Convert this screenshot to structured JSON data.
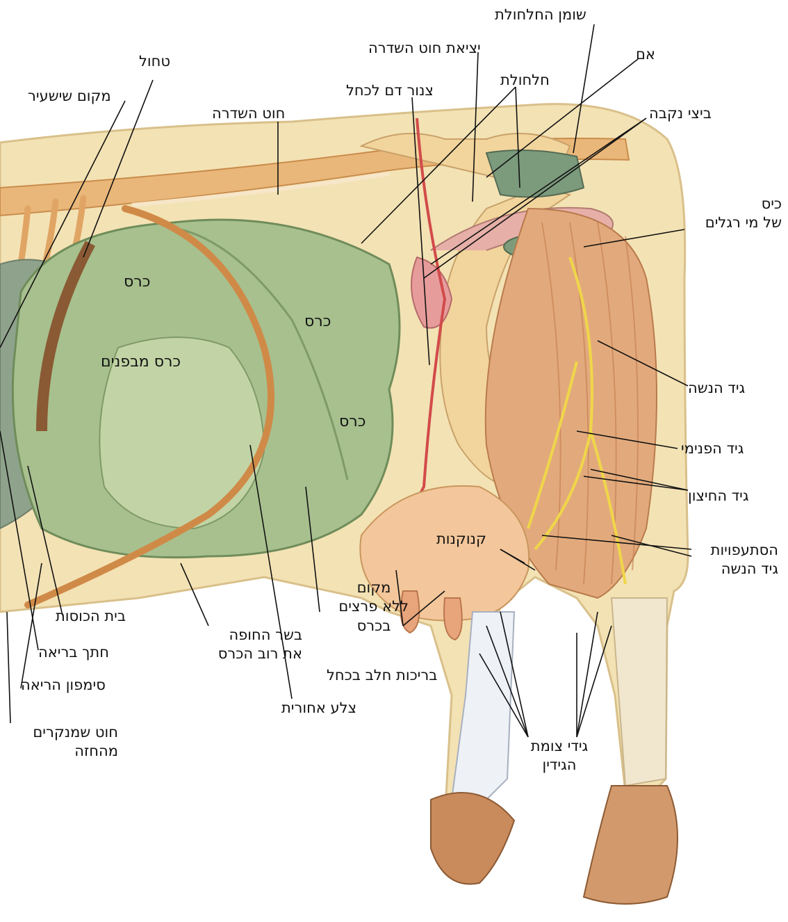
{
  "labels": {
    "shuman_hachalchola": "שומן החלחולת",
    "yetziat_chut_hashidra": "יציאת חוט השדרה",
    "em": "אם",
    "tchol": "טחול",
    "chalchola": "חלחולת",
    "makom_shishier": "מקום שישעיר",
    "tzinor_dam_lechachal": "צנור דם לכחל",
    "chut_hashidra": "חוט השדרה",
    "beitzei_nekeva": "ביצי נקבה",
    "kis_line1": "כיס",
    "kis_line2": "של מי רגלים",
    "gid_hanashe": "גיד הנשה",
    "gid_hapnimi": "גיד הפנימי",
    "gid_hachitzon": "גיד החיצון",
    "histaafuyot_line1": "הסתעפויות",
    "histaafuyot_line2": "גיד הנשה",
    "knukanot": "קנוקנות",
    "makom_line1": "מקום",
    "makom_line2": "ללא פרצים",
    "makom_line3": "בכרס",
    "beit_hakosot": "בית הכוסות",
    "basar_line1": "בשר החופה",
    "basar_line2": "את רוב הכרס",
    "chatach_reia": "חתך בריאה",
    "brechot_chalav": "בריכות חלב בכחל",
    "simpon_hareia": "סימפון הריאה",
    "tzela_achorit": "צלע אחורית",
    "chut_shemnakrim_line1": "חוט שמנקרים",
    "chut_shemnakrim_line2": "מהחזה",
    "gidei_line1": "גידי צומת",
    "gidei_line2": "הגידין",
    "keres_1": "כרס",
    "keres_2": "כרס",
    "keres_mevafnim": "כרס מבפנים",
    "keres_3": "כרס"
  }
}
